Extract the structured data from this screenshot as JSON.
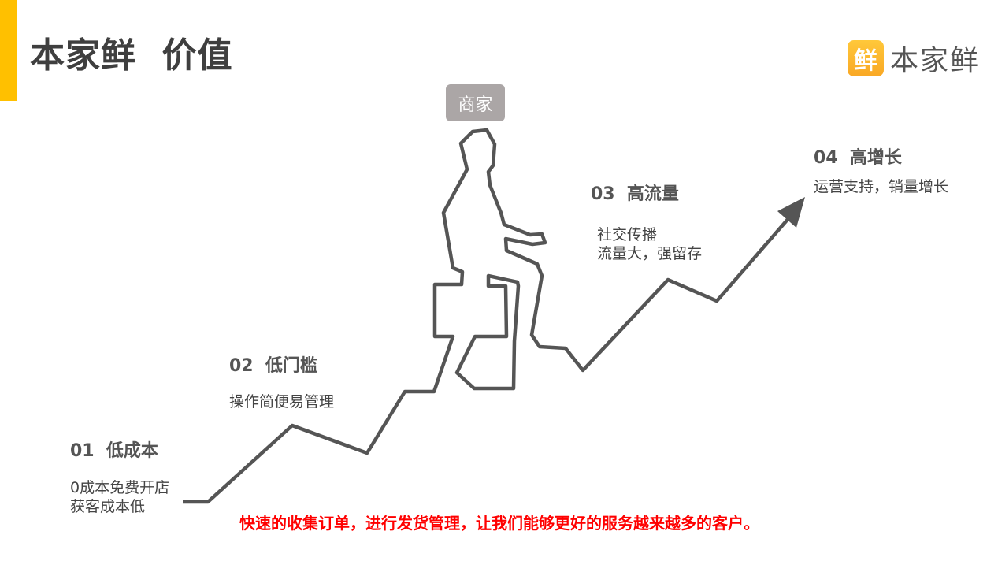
{
  "header": {
    "title": "本家鲜  价值"
  },
  "logo": {
    "mark": "鲜",
    "text": "本家鲜"
  },
  "figure_label": "商家",
  "steps": [
    {
      "heading": "01  低成本",
      "lines": [
        "0成本免费开店",
        "获客成本低"
      ]
    },
    {
      "heading": "02  低门槛",
      "lines": [
        "操作简便易管理"
      ]
    },
    {
      "heading": "03  高流量",
      "lines": [
        "社交传播",
        "流量大，强留存"
      ]
    },
    {
      "heading": "04  高增长",
      "lines": [
        "运营支持，销量增长"
      ]
    }
  ],
  "footer": "快速的收集订单，进行发货管理，让我们能够更好的服务越来越多的客户。",
  "colors": {
    "accent": "#FFC000",
    "line": "#555555",
    "footer": "#FF0000",
    "badge": "#ABA6A6"
  }
}
